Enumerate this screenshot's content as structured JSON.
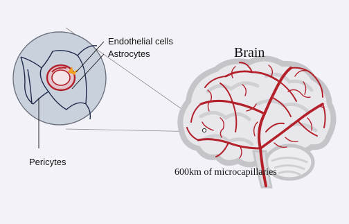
{
  "labels": {
    "endothelial": "Endothelial cells",
    "astrocytes": "Astrocytes",
    "pericytes": "Pericytes",
    "brain": "Brain",
    "microcapillaries": "600km of microcapillaries"
  },
  "colors": {
    "background": "#f2f2f8",
    "vessel_red": "#b3202a",
    "brain_gray": "#c8c8cc",
    "cell_bg": "#c9d1dd",
    "outline": "#1e2a4a",
    "highlight_orange": "#f0a020",
    "zoom_line": "#8a8a8a"
  }
}
